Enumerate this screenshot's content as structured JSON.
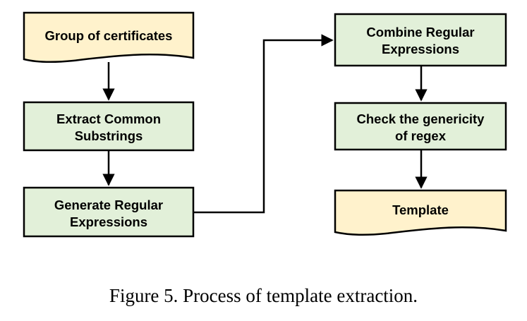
{
  "diagram": {
    "colors": {
      "document_fill": "#FFF2CC",
      "process_fill": "#E2F0D9",
      "stroke": "#000000"
    },
    "nodes": {
      "group_of_certificates": {
        "shape": "document",
        "lines": [
          "Group of certificates"
        ]
      },
      "extract_common_substrings": {
        "shape": "process",
        "lines": [
          "Extract Common",
          "Substrings"
        ]
      },
      "generate_regular_expressions": {
        "shape": "process",
        "lines": [
          "Generate Regular",
          "Expressions"
        ]
      },
      "combine_regular_expressions": {
        "shape": "process",
        "lines": [
          "Combine Regular",
          "Expressions"
        ]
      },
      "check_genericity": {
        "shape": "process",
        "lines": [
          "Check the genericity",
          "of regex"
        ]
      },
      "template": {
        "shape": "document",
        "lines": [
          "Template"
        ]
      }
    },
    "edges": [
      {
        "from": "group_of_certificates",
        "to": "extract_common_substrings"
      },
      {
        "from": "extract_common_substrings",
        "to": "generate_regular_expressions"
      },
      {
        "from": "generate_regular_expressions",
        "to": "combine_regular_expressions"
      },
      {
        "from": "combine_regular_expressions",
        "to": "check_genericity"
      },
      {
        "from": "check_genericity",
        "to": "template"
      }
    ]
  },
  "caption": "Figure 5. Process of template extraction."
}
